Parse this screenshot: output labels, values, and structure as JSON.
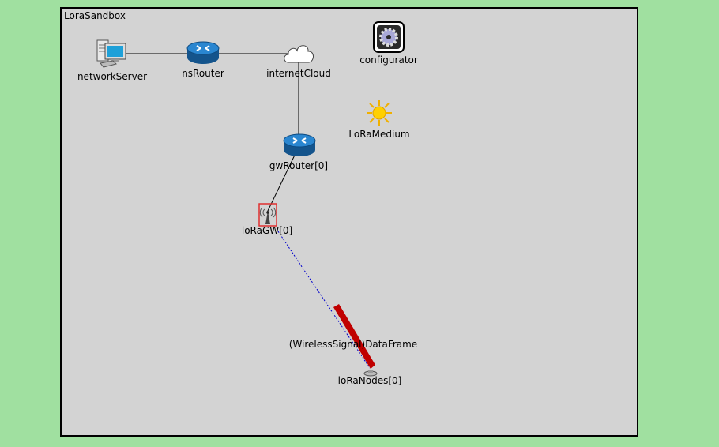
{
  "network": {
    "title": "LoraSandbox"
  },
  "nodes": {
    "networkServer": {
      "label": "networkServer",
      "icon": "computer-icon"
    },
    "nsRouter": {
      "label": "nsRouter",
      "icon": "router-icon"
    },
    "internetCloud": {
      "label": "internetCloud",
      "icon": "cloud-icon"
    },
    "configurator": {
      "label": "configurator",
      "icon": "gear-icon"
    },
    "loRaMedium": {
      "label": "LoRaMedium",
      "icon": "sun-icon"
    },
    "gwRouter": {
      "label": "gwRouter[0]",
      "icon": "router-icon"
    },
    "loRaGW": {
      "label": "loRaGW[0]",
      "icon": "antenna-icon"
    },
    "loRaNodes": {
      "label": "loRaNodes[0]",
      "icon": "sensor-node-icon"
    }
  },
  "message": {
    "label": "(WirelessSignal)DataFrame"
  },
  "colors": {
    "outer_background": "#a0e0a0",
    "canvas_background": "#d3d3d3",
    "router_blue": "#1a6fb5",
    "selection_red": "#e03030",
    "message_red": "#c00000",
    "wireless_link": "#0000cc"
  }
}
